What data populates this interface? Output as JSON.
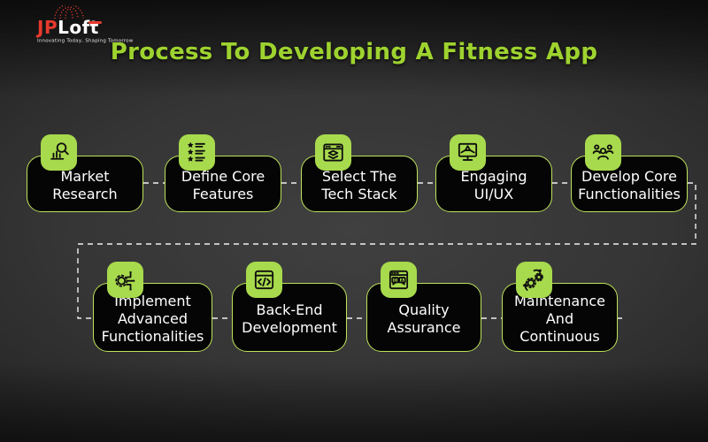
{
  "header": {
    "logo": {
      "brand_primary": "JP",
      "brand_secondary": "Loft",
      "tagline": "Innovating Today, Shaping Tomorrow"
    },
    "title": "Process To Developing A Fitness App"
  },
  "colors": {
    "accent_green": "#9ed32f",
    "tile_green": "#a8da4d",
    "card_border_green": "#bfe35a",
    "card_background": "#050505",
    "connector_white": "#ffffff",
    "logo_red": "#e63a2e",
    "text_white": "#ffffff"
  },
  "steps": [
    {
      "id": 1,
      "label": [
        "Market",
        "Research"
      ],
      "icon": "market-research-magnifier-chart-icon"
    },
    {
      "id": 2,
      "label": [
        "Define Core",
        "Features"
      ],
      "icon": "star-checklist-icon"
    },
    {
      "id": 3,
      "label": [
        "Select The",
        "Tech Stack"
      ],
      "icon": "browser-stack-icon"
    },
    {
      "id": 4,
      "label": [
        "Engaging",
        "UI/UX"
      ],
      "icon": "monitor-design-pen-icon"
    },
    {
      "id": 5,
      "label": [
        "Develop Core",
        "Functionalities"
      ],
      "icon": "team-people-icon"
    },
    {
      "id": 6,
      "label": [
        "Implement",
        "Advanced",
        "Functionalities"
      ],
      "icon": "gear-circuit-icon"
    },
    {
      "id": 7,
      "label": [
        "Back-End",
        "Development"
      ],
      "icon": "code-window-icon"
    },
    {
      "id": 8,
      "label": [
        "Quality",
        "Assurance"
      ],
      "icon": "qa-chat-window-icon"
    },
    {
      "id": 9,
      "label": [
        "Maintenance",
        "And",
        "Continuous"
      ],
      "icon": "gears-maintenance-icon"
    }
  ]
}
